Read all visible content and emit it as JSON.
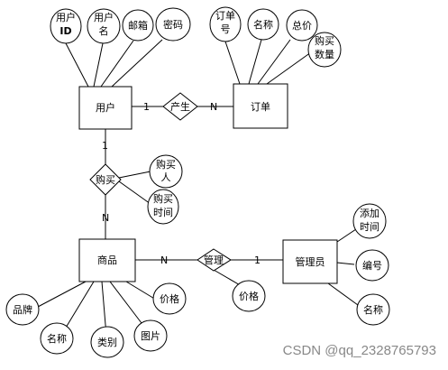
{
  "entities": {
    "user": "用户",
    "order": "订单",
    "product": "商品",
    "admin": "管理员"
  },
  "relationships": {
    "produce": "产生",
    "purchase": "购买",
    "manage": "管理"
  },
  "attributes": {
    "user": [
      [
        "用户",
        "ID"
      ],
      [
        "用户",
        "名"
      ],
      [
        "邮箱"
      ],
      [
        "密码"
      ]
    ],
    "order": [
      [
        "订单",
        "号"
      ],
      [
        "名称"
      ],
      [
        "总价"
      ],
      [
        "购买",
        "数量"
      ]
    ],
    "purchase": [
      [
        "购买",
        "人"
      ],
      [
        "购买",
        "时间"
      ]
    ],
    "product": [
      [
        "品牌"
      ],
      [
        "名称"
      ],
      [
        "类别"
      ],
      [
        "图片"
      ],
      [
        "价格"
      ]
    ],
    "manage": [
      [
        "价格"
      ]
    ],
    "admin": [
      [
        "添加",
        "时间"
      ],
      [
        "编号"
      ],
      [
        "名称"
      ]
    ]
  },
  "cardinalities": {
    "user_produce": "1",
    "produce_order": "N",
    "user_purchase": "1",
    "purchase_product": "N",
    "product_manage": "N",
    "manage_admin": "1"
  },
  "watermark": "CSDN @qq_2328765793"
}
